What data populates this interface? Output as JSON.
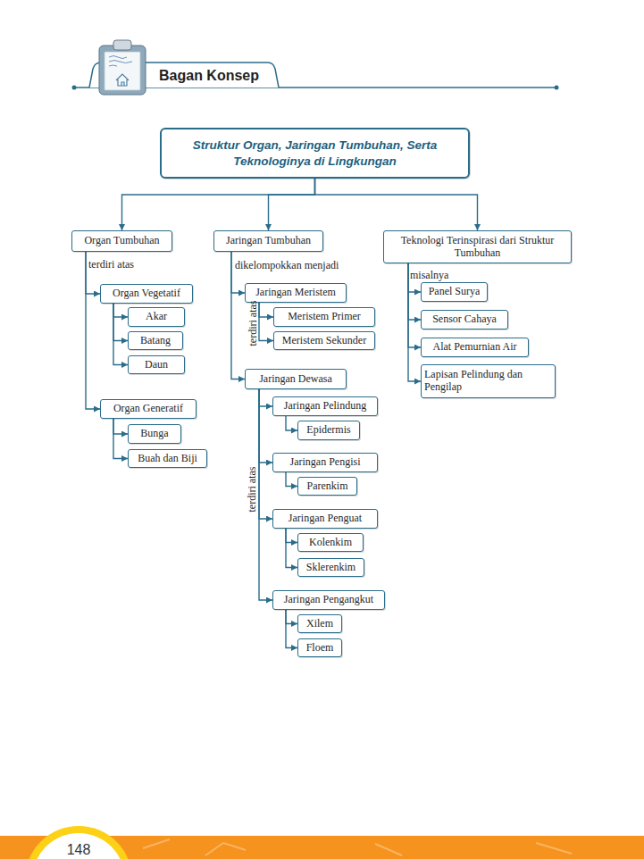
{
  "diagram": {
    "title": "Bagan Konsep",
    "nodes": [
      {
        "text": [
          "Struktur Organ, Jaringan Tumbuhan, Serta Teknologinya di Lingkungan"
        ]
      },
      {
        "text": [
          "Organ Tumbuhan"
        ]
      },
      {
        "text": [
          "Organ Vegetatif"
        ]
      },
      {
        "text": [
          "Akar"
        ]
      },
      {
        "text": [
          "Batang"
        ]
      },
      {
        "text": [
          "Daun"
        ]
      },
      {
        "text": [
          "Organ Generatif"
        ]
      },
      {
        "text": [
          "Bunga"
        ]
      },
      {
        "text": [
          "Buah dan Biji"
        ]
      },
      {
        "text": [
          "Jaringan Tumbuhan"
        ]
      },
      {
        "text": [
          "Jaringan Meristem"
        ]
      },
      {
        "text": [
          "Meristem Primer"
        ]
      },
      {
        "text": [
          "Meristem Sekunder"
        ]
      },
      {
        "text": [
          "Jaringan Dewasa"
        ]
      },
      {
        "text": [
          "Jaringan Pelindung"
        ]
      },
      {
        "text": [
          "Epidermis"
        ]
      },
      {
        "text": [
          "Jaringan Pengisi"
        ]
      },
      {
        "text": [
          "Parenkim"
        ]
      },
      {
        "text": [
          "Jaringan Penguat"
        ]
      },
      {
        "text": [
          "Kolenkim"
        ]
      },
      {
        "text": [
          "Sklerenkim"
        ]
      },
      {
        "text": [
          "Jaringan Pengangkut"
        ]
      },
      {
        "text": [
          "Xilem"
        ]
      },
      {
        "text": [
          "Floem"
        ]
      },
      {
        "text": [
          "Teknologi Terinspirasi dari Struktur Tumbuhan"
        ]
      },
      {
        "text": [
          "Panel Surya"
        ]
      },
      {
        "text": [
          "Sensor Cahaya"
        ]
      },
      {
        "text": [
          "Alat Pemurnian Air"
        ]
      },
      {
        "text": [
          "Lapisan Pelindung dan Pengilap"
        ]
      }
    ],
    "edges": [
      {
        "from": 0,
        "to": 1,
        "arrow": "to"
      },
      {
        "from": 0,
        "to": 9,
        "arrow": "to"
      },
      {
        "from": 0,
        "to": 24,
        "arrow": "to"
      },
      {
        "from": 1,
        "to": 2,
        "label": "terdiri atas",
        "arrow": "to"
      },
      {
        "from": 1,
        "to": 6,
        "arrow": "to"
      },
      {
        "from": 2,
        "to": 3,
        "arrow": "to"
      },
      {
        "from": 2,
        "to": 4,
        "arrow": "to"
      },
      {
        "from": 2,
        "to": 5,
        "arrow": "to"
      },
      {
        "from": 6,
        "to": 7,
        "arrow": "to"
      },
      {
        "from": 6,
        "to": 8,
        "arrow": "to"
      },
      {
        "from": 9,
        "to": 10,
        "label": "dikelompokkan menjadi",
        "arrow": "to"
      },
      {
        "from": 9,
        "to": 13,
        "arrow": "to"
      },
      {
        "from": 10,
        "to": 11,
        "label": "terdiri atas",
        "arrow": "to"
      },
      {
        "from": 10,
        "to": 12,
        "arrow": "to"
      },
      {
        "from": 13,
        "to": 14,
        "label": "terdiri atas",
        "arrow": "to"
      },
      {
        "from": 13,
        "to": 16,
        "arrow": "to"
      },
      {
        "from": 13,
        "to": 18,
        "arrow": "to"
      },
      {
        "from": 13,
        "to": 21,
        "arrow": "to"
      },
      {
        "from": 14,
        "to": 15,
        "arrow": "to"
      },
      {
        "from": 16,
        "to": 17,
        "arrow": "to"
      },
      {
        "from": 18,
        "to": 19,
        "arrow": "to"
      },
      {
        "from": 18,
        "to": 20,
        "arrow": "to"
      },
      {
        "from": 21,
        "to": 22,
        "arrow": "to"
      },
      {
        "from": 21,
        "to": 23,
        "arrow": "to"
      },
      {
        "from": 24,
        "to": 25,
        "label": "misalnya",
        "arrow": "to"
      },
      {
        "from": 24,
        "to": 26,
        "arrow": "to"
      },
      {
        "from": 24,
        "to": 27,
        "arrow": "to"
      },
      {
        "from": 24,
        "to": 28,
        "arrow": "to"
      }
    ],
    "labels": [
      "148"
    ]
  }
}
